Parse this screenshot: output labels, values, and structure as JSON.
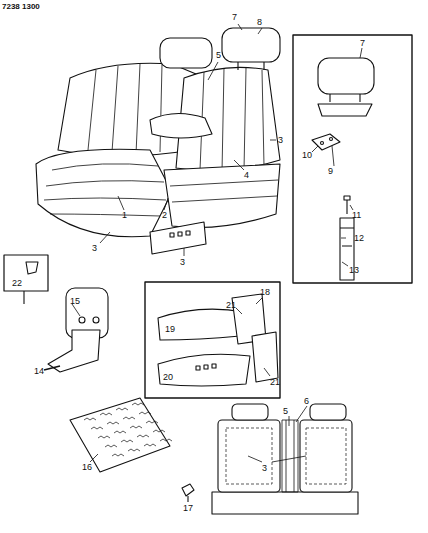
{
  "diagram": {
    "labels": [
      "7238 1300",
      "5",
      "7",
      "8",
      "3",
      "4",
      "1",
      "2",
      "3",
      "3",
      "7",
      "10",
      "9",
      "11",
      "12",
      "13",
      "22",
      "15",
      "14",
      "18",
      "21",
      "21",
      "19",
      "20",
      "5",
      "6",
      "3",
      "16",
      "17"
    ]
  }
}
